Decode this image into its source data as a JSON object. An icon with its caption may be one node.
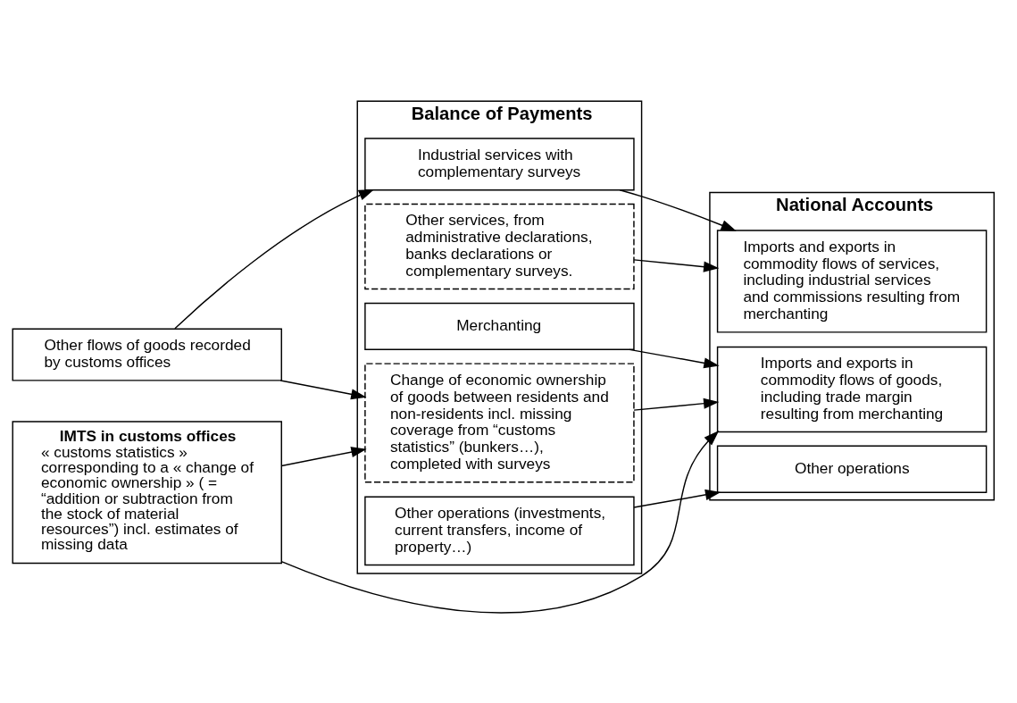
{
  "diagram": {
    "nodes": [
      {
        "text": [
          "IMTS in customs offices",
          "« customs statistics » corresponding to a « change of economic ownership » ( = “addition or subtraction from the stock of material resources”) incl. estimates of missing data"
        ]
      },
      {
        "text": [
          "Other flows of goods recorded by customs offices"
        ]
      },
      {
        "text": [
          "Balance of Payments"
        ]
      },
      {
        "text": [
          "Change of economic ownership of goods between residents and non-residents incl. missing coverage from “customs statistics” (bunkers…), completed with surveys"
        ],
        "in": 2
      },
      {
        "text": [
          "Merchanting"
        ],
        "in": 2
      },
      {
        "text": [
          "Industrial services with complementary surveys"
        ],
        "in": 2
      },
      {
        "text": [
          "Other services, from administrative declarations, banks declarations or complementary surveys."
        ],
        "in": 2
      },
      {
        "text": [
          "Other operations (investments, current transfers, income of property…)"
        ],
        "in": 2
      },
      {
        "text": [
          "National Accounts"
        ]
      },
      {
        "text": [
          "Imports and exports in commodity flows of goods, including trade margin resulting from merchanting"
        ],
        "in": 8
      },
      {
        "text": [
          "Imports and exports in commodity flows of services, including industrial services and commissions resulting from merchanting"
        ],
        "in": 8
      },
      {
        "text": [
          "Other operations"
        ],
        "in": 8
      }
    ],
    "edges": [
      {
        "from": 0,
        "to": 3,
        "arrow": "to"
      },
      {
        "from": 1,
        "to": 3,
        "arrow": "to"
      },
      {
        "from": 1,
        "to": 5,
        "arrow": "to"
      },
      {
        "from": 0,
        "to": 9,
        "arrow": "to"
      },
      {
        "from": 3,
        "to": 9,
        "arrow": "to"
      },
      {
        "from": 4,
        "to": 9,
        "arrow": "to"
      },
      {
        "from": 5,
        "to": 10,
        "arrow": "to"
      },
      {
        "from": 6,
        "to": 10,
        "arrow": "to"
      },
      {
        "from": 7,
        "to": 11,
        "arrow": "to"
      }
    ]
  }
}
